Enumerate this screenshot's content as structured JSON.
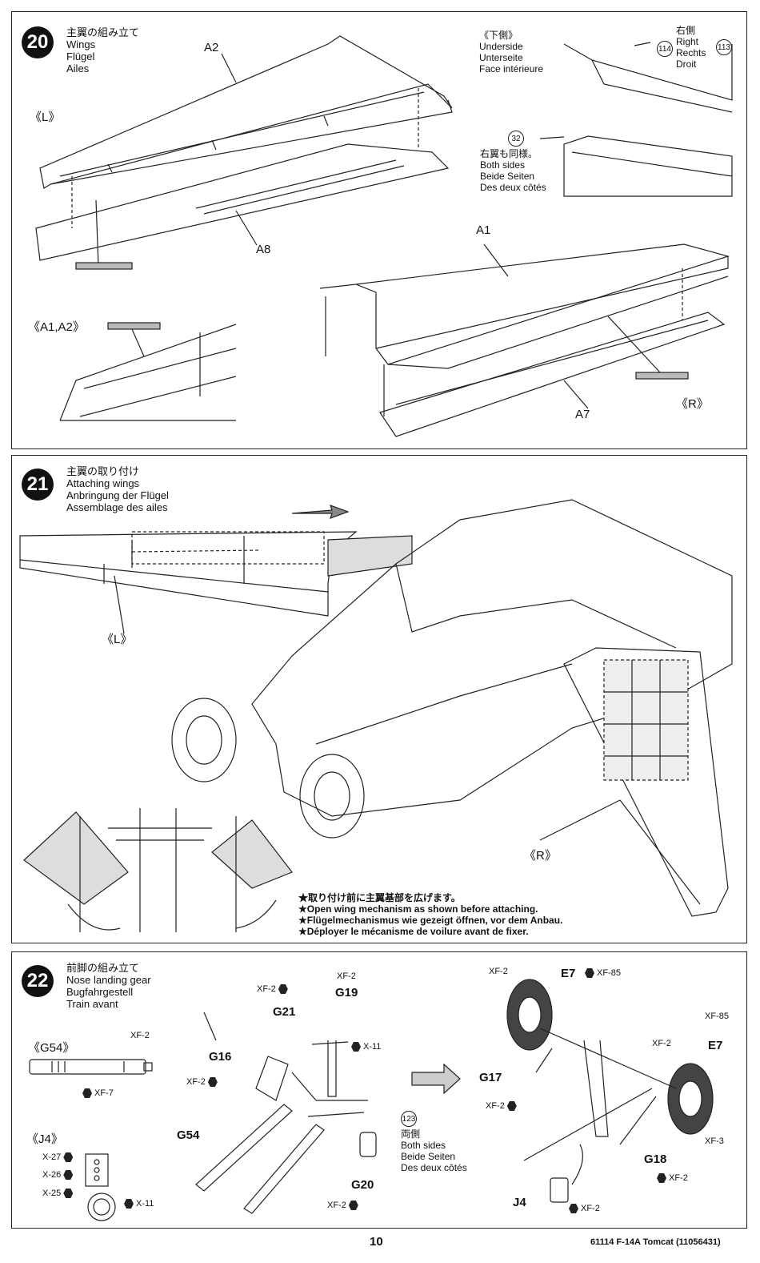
{
  "step20": {
    "number": "20",
    "title_jp": "主翼の組み立て",
    "title_en": "Wings",
    "title_de": "Flügel",
    "title_fr": "Ailes",
    "label_left": "《L》",
    "label_right": "《R》",
    "label_a1a2": "《A1,A2》",
    "part_a2": "A2",
    "part_a8": "A8",
    "part_a1": "A1",
    "part_a7": "A7",
    "underside_jp": "《下側》",
    "underside_en": "Underside",
    "underside_de": "Unterseite",
    "underside_fr": "Face intérieure",
    "right_jp": "右側",
    "right_en": "Right",
    "right_de": "Rechts",
    "right_fr": "Droit",
    "part_114": "114",
    "part_113": "113",
    "part_32": "32",
    "both_jp": "右翼も同様。",
    "both_en": "Both sides",
    "both_de": "Beide Seiten",
    "both_fr": "Des deux côtés"
  },
  "step21": {
    "number": "21",
    "title_jp": "主翼の取り付け",
    "title_en": "Attaching wings",
    "title_de": "Anbringung der Flügel",
    "title_fr": "Assemblage des ailes",
    "label_left": "《L》",
    "label_right": "《R》",
    "note_jp": "★取り付け前に主翼基部を広げます。",
    "note_en": "★Open wing mechanism as shown before attaching.",
    "note_de": "★Flügelmechanismus wie gezeigt öffnen, vor dem Anbau.",
    "note_fr": "★Déployer le mécanisme de voilure avant de fixer."
  },
  "step22": {
    "number": "22",
    "title_jp": "前脚の組み立て",
    "title_en": "Nose landing gear",
    "title_de": "Bugfahrgestell",
    "title_fr": "Train avant",
    "label_g54": "《G54》",
    "label_j4": "《J4》",
    "part_g21": "G21",
    "part_g19": "G19",
    "part_g16": "G16",
    "part_g54": "G54",
    "part_g20": "G20",
    "part_e7a": "E7",
    "part_e7b": "E7",
    "part_g17": "G17",
    "part_g18": "G18",
    "part_j4": "J4",
    "part_123": "123",
    "both_jp": "両側",
    "both_en": "Both sides",
    "both_de": "Beide Seiten",
    "both_fr": "Des deux côtés",
    "paint_xf2": "XF-2",
    "paint_xf7": "XF-7",
    "paint_x11": "X-11",
    "paint_x27": "X-27",
    "paint_x26": "X-26",
    "paint_x25": "X-25",
    "paint_xf85": "XF-85",
    "paint_xf3": "XF-3"
  },
  "footer": {
    "page": "10",
    "code": "61114 F-14A Tomcat (11056431)"
  }
}
